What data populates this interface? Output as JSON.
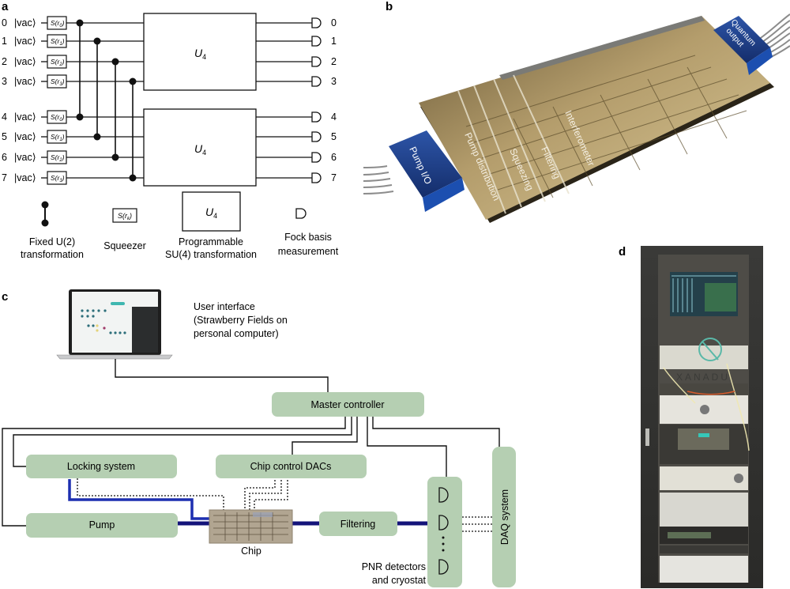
{
  "panels": {
    "a": {
      "letter": "a",
      "wires": [
        {
          "index": "0",
          "input": "|vac⟩",
          "squeezer": "S(r",
          "sub": "0"
        },
        {
          "index": "1",
          "input": "|vac⟩",
          "squeezer": "S(r",
          "sub": "1"
        },
        {
          "index": "2",
          "input": "|vac⟩",
          "squeezer": "S(r",
          "sub": "2"
        },
        {
          "index": "3",
          "input": "|vac⟩",
          "squeezer": "S(r",
          "sub": "3"
        },
        {
          "index": "4",
          "input": "|vac⟩",
          "squeezer": "S(r",
          "sub": "0"
        },
        {
          "index": "5",
          "input": "|vac⟩",
          "squeezer": "S(r",
          "sub": "1"
        },
        {
          "index": "6",
          "input": "|vac⟩",
          "squeezer": "S(r",
          "sub": "2"
        },
        {
          "index": "7",
          "input": "|vac⟩",
          "squeezer": "S(r",
          "sub": "3"
        }
      ],
      "unitary_label": "U",
      "unitary_sub": "4",
      "outputs": [
        "0",
        "1",
        "2",
        "3",
        "4",
        "5",
        "6",
        "7"
      ],
      "legend": {
        "u2": [
          "Fixed U(2)",
          "transformation"
        ],
        "squeezer": "Squeezer",
        "squeezer_symbol": "S(r",
        "squeezer_sub": "k",
        "su4": [
          "Programmable",
          "SU(4) transformation"
        ],
        "fock": [
          "Fock basis",
          "measurement"
        ]
      }
    },
    "b": {
      "letter": "b",
      "labels": {
        "pump_io": "Pump I/O",
        "quantum_output": [
          "Quantum",
          "output"
        ],
        "sections": [
          "Pump distribution",
          "Squeezing",
          "Filtering",
          "Interferometer"
        ]
      }
    },
    "c": {
      "letter": "c",
      "user_interface": [
        "User interface",
        "(Strawberry Fields on",
        "personal computer)"
      ],
      "master_controller": "Master controller",
      "locking_system": "Locking system",
      "chip_control": "Chip control DACs",
      "pump": "Pump",
      "chip": "Chip",
      "filtering": "Filtering",
      "detectors": [
        "PNR detectors",
        "and cryostat"
      ],
      "daq": "DAQ system",
      "colors": {
        "box": "#b5cfb2",
        "optical": "#14147a",
        "optical_bright": "#1d2fb0"
      }
    },
    "d": {
      "letter": "d",
      "brand": "XANADU"
    }
  }
}
